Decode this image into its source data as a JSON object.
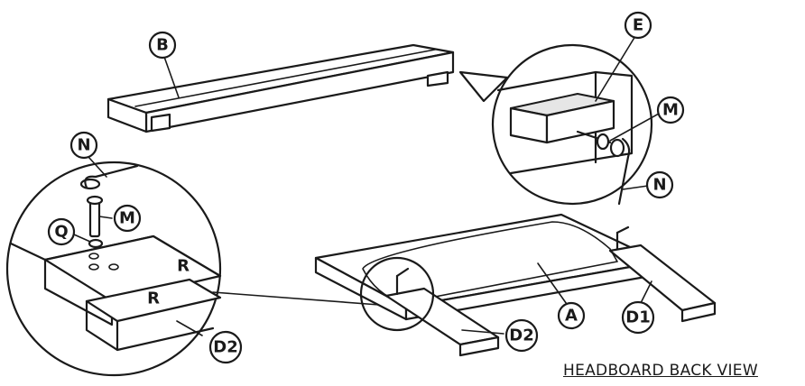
{
  "caption": "HEADBOARD BACK VIEW",
  "callouts": {
    "a": "A",
    "b": "B",
    "d1": "D1",
    "d2_main": "D2",
    "d2_detail": "D2",
    "e": "E",
    "m_left": "M",
    "m_right": "M",
    "n_left": "N",
    "n_right": "N",
    "q": "Q"
  },
  "face_labels": {
    "r_top": "R",
    "r_front": "R"
  },
  "colors": {
    "line": "#1a1a1a",
    "fill": "#ffffff",
    "shade": "#e6e6e6"
  }
}
